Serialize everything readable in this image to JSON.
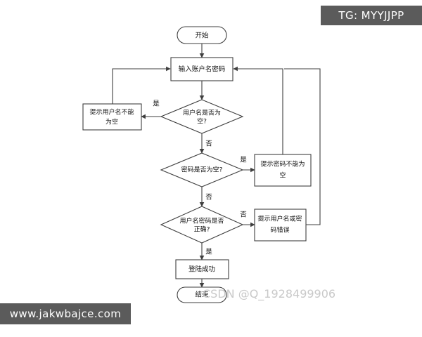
{
  "overlays": {
    "tg_badge": "TG: MYYJJPP",
    "site_badge": "www.jakwbajce.com",
    "watermark": "CSDN @Q_1928499906"
  },
  "colors": {
    "background": "#ffffff",
    "shape_stroke": "#3f3f3f",
    "shape_fill": "#ffffff",
    "text": "#111111",
    "badge_bg": "#5b5b5b",
    "badge_text": "#ffffff",
    "watermark": "#c9c9c9"
  },
  "flowchart": {
    "nodes": {
      "start": {
        "label": "开始",
        "shape": "terminator"
      },
      "input": {
        "label": "输入账户名密码",
        "shape": "process"
      },
      "decision_username_empty": {
        "line1": "用户名是否为",
        "line2": "空?",
        "shape": "decision"
      },
      "prompt_username_empty": {
        "line1": "提示用户名不能",
        "line2": "为空",
        "shape": "process"
      },
      "decision_password_empty": {
        "label": "密码是否为空?",
        "shape": "decision"
      },
      "prompt_password_empty": {
        "line1": "提示密码不能为",
        "line2": "空",
        "shape": "process"
      },
      "decision_credentials_correct": {
        "line1": "用户名密码是否",
        "line2": "正确?",
        "shape": "decision"
      },
      "prompt_credentials_wrong": {
        "line1": "提示用户名或密",
        "line2": "码错误",
        "shape": "process"
      },
      "login_success": {
        "label": "登陆成功",
        "shape": "process"
      },
      "end": {
        "label": "结束",
        "shape": "terminator"
      }
    },
    "edge_labels": {
      "username_empty_yes": "是",
      "username_empty_no": "否",
      "password_empty_yes": "是",
      "password_empty_no": "否",
      "credentials_no": "否",
      "credentials_yes": "是"
    }
  }
}
